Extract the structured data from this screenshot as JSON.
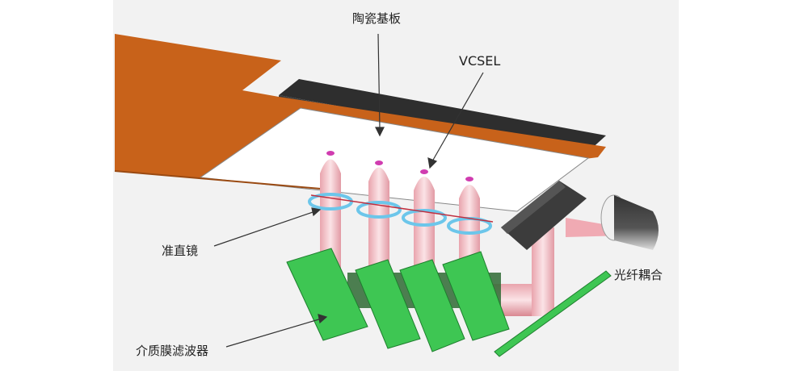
{
  "labels": {
    "substrate": "陶瓷基板",
    "vcsel": "VCSEL",
    "lens": "准直镜",
    "filter": "介质膜滤波器",
    "fiber": "光纤耦合"
  },
  "colors": {
    "board": "#c8621a",
    "heatsink": "#2e2e2e",
    "filter": "#3ec653",
    "beam": "#f2b8bf",
    "vcsel_tip": "#d03cb0",
    "lens": "#6cc6ea"
  }
}
